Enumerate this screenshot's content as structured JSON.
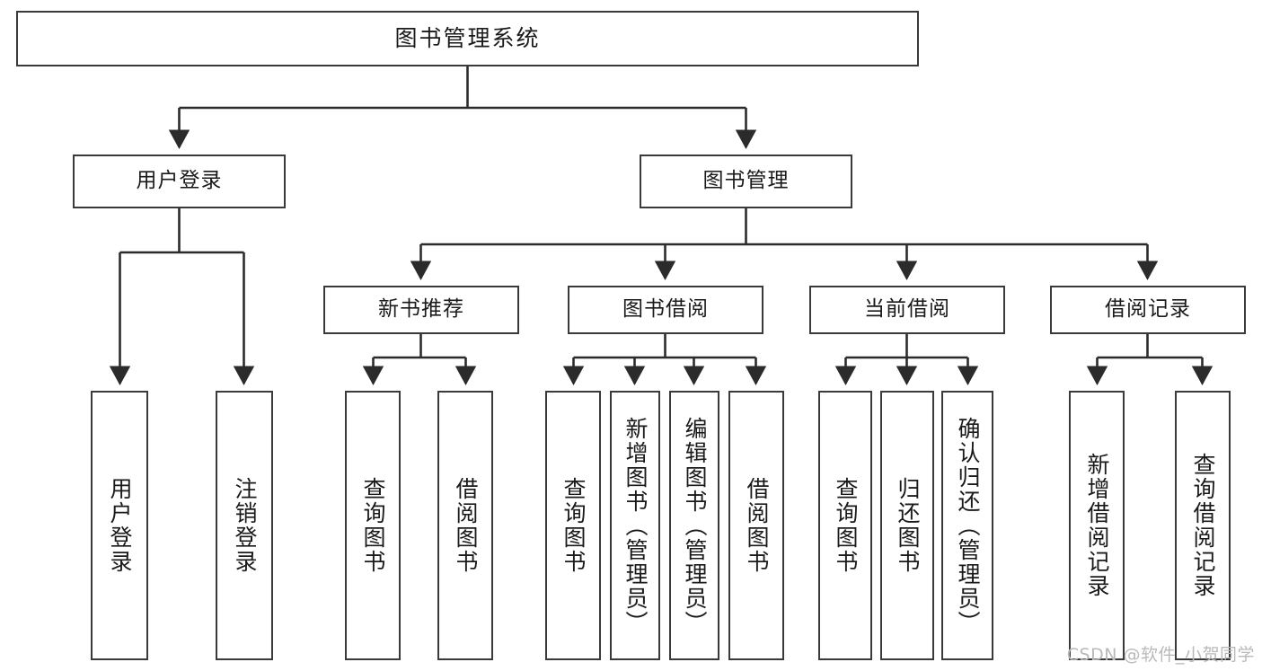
{
  "diagram": {
    "title": "图书管理系统",
    "type": "tree",
    "orientation": "top-down",
    "root": {
      "id": "root",
      "label": "图书管理系统"
    },
    "level2": [
      {
        "id": "user-login",
        "label": "用户登录"
      },
      {
        "id": "book-manage",
        "label": "图书管理"
      }
    ],
    "level3": [
      {
        "id": "new-book-recommend",
        "label": "新书推荐",
        "parent": "book-manage"
      },
      {
        "id": "book-borrow",
        "label": "图书借阅",
        "parent": "book-manage"
      },
      {
        "id": "current-borrow",
        "label": "当前借阅",
        "parent": "book-manage"
      },
      {
        "id": "borrow-record",
        "label": "借阅记录",
        "parent": "book-manage"
      }
    ],
    "leaves": [
      {
        "id": "leaf-user-login",
        "label": "用户登录",
        "parent": "user-login"
      },
      {
        "id": "leaf-user-logout",
        "label": "注销登录",
        "parent": "user-login"
      },
      {
        "id": "leaf-query-book-1",
        "label": "查询图书",
        "parent": "new-book-recommend"
      },
      {
        "id": "leaf-borrow-book-1",
        "label": "借阅图书",
        "parent": "new-book-recommend"
      },
      {
        "id": "leaf-query-book-2",
        "label": "查询图书",
        "parent": "book-borrow"
      },
      {
        "id": "leaf-add-book",
        "label": "新增图书（管理员）",
        "parent": "book-borrow"
      },
      {
        "id": "leaf-edit-book",
        "label": "编辑图书（管理员）",
        "parent": "book-borrow"
      },
      {
        "id": "leaf-borrow-book-2",
        "label": "借阅图书",
        "parent": "book-borrow"
      },
      {
        "id": "leaf-query-book-3",
        "label": "查询图书",
        "parent": "current-borrow"
      },
      {
        "id": "leaf-return-book",
        "label": "归还图书",
        "parent": "current-borrow"
      },
      {
        "id": "leaf-confirm-return",
        "label": "确认归还（管理员）",
        "parent": "current-borrow"
      },
      {
        "id": "leaf-add-record",
        "label": "新增借阅记录",
        "parent": "borrow-record"
      },
      {
        "id": "leaf-query-record",
        "label": "查询借阅记录",
        "parent": "borrow-record"
      }
    ],
    "colors": {
      "box_border": "#3a3a3a",
      "box_fill": "#ffffff",
      "edge": "#2b2b2b",
      "text": "#1a1a1a",
      "watermark": "#b9b9b9",
      "background": "#ffffff"
    }
  },
  "watermark": {
    "text": "CSDN @软件_小贺同学"
  }
}
